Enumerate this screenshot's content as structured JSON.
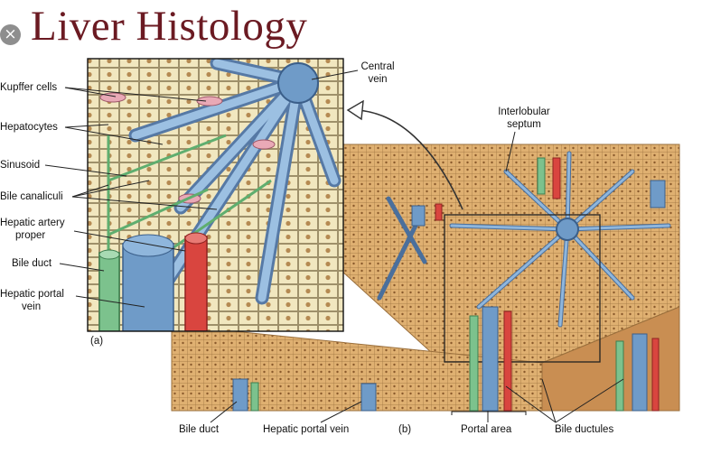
{
  "header": {
    "title": "Liver  Histology",
    "close_symbol": "×"
  },
  "labels": {
    "kupffer": "Kupffer cells",
    "hepatocytes": "Hepatocytes",
    "sinusoid": "Sinusoid",
    "bile_canaliculi": "Bile canaliculi",
    "hepatic_artery_1": "Hepatic artery",
    "hepatic_artery_2": "proper",
    "bile_duct": "Bile duct",
    "hepatic_portal_1": "Hepatic portal",
    "hepatic_portal_2": "vein",
    "central_vein_1": "Central",
    "central_vein_2": "vein",
    "interlobular_1": "Interlobular",
    "interlobular_2": "septum",
    "panel_a": "(a)",
    "panel_b": "(b)",
    "bottom_bile_duct": "Bile duct",
    "bottom_portal_vein": "Hepatic portal vein",
    "bottom_portal_area": "Portal area",
    "bottom_bile_ductules": "Bile ductules"
  },
  "colors": {
    "title": "#6b1a22",
    "vein_blue": "#6f9bc8",
    "artery_red": "#d9453f",
    "bile_green": "#7cc28d",
    "hepatocyte": "#f1e7bf",
    "tissue_tan": "#d9a86a"
  }
}
